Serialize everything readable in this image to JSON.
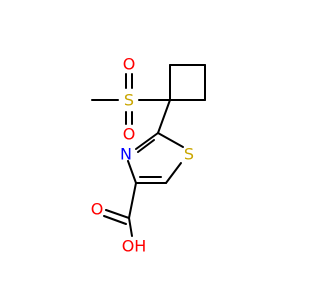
{
  "molecule": {
    "atoms": {
      "methyl": "",
      "sulfur_sulfonyl": "S",
      "oxygen_top": "O",
      "oxygen_bottom": "O",
      "nitrogen_ring": "N",
      "sulfur_ring": "S",
      "oxygen_carbonyl": "O",
      "hydroxyl": "OH"
    }
  },
  "colors": {
    "bond": "#000000",
    "oxygen": "#ff0000",
    "nitrogen": "#0000ff",
    "sulfur": "#c9a600"
  }
}
